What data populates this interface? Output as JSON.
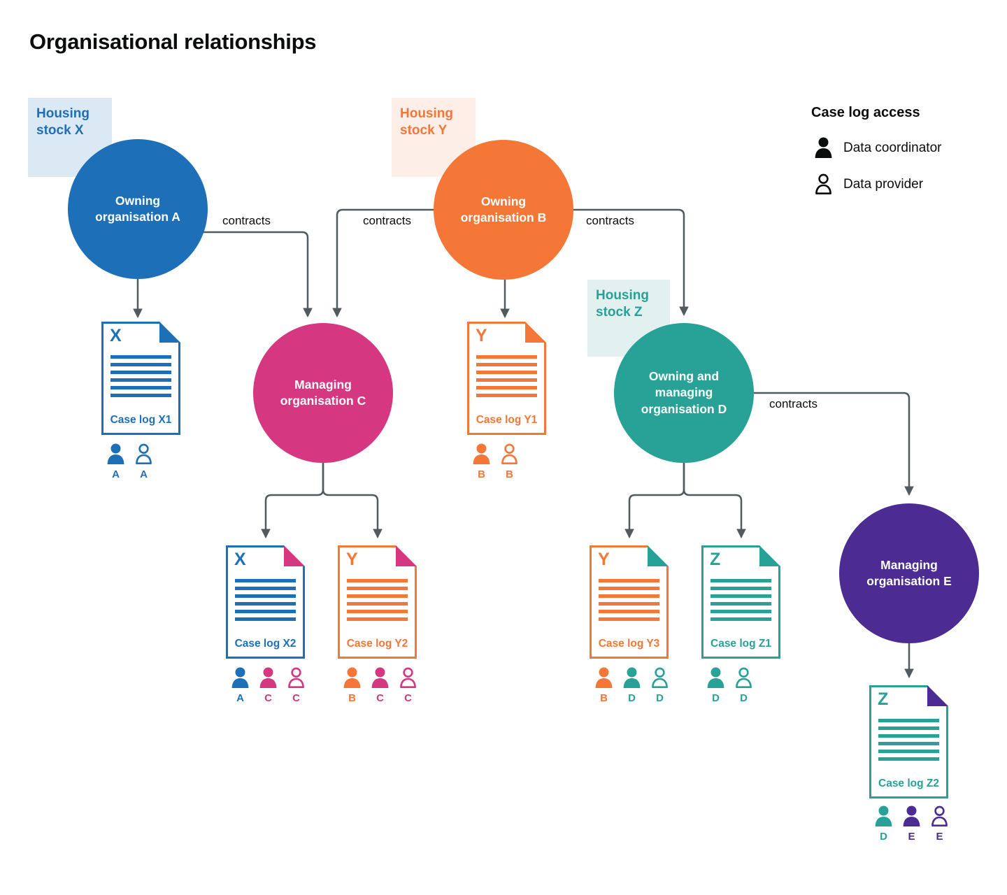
{
  "title": "Organisational relationships",
  "legend": {
    "title": "Case log access",
    "items": [
      {
        "icon": "person-filled-icon",
        "label": "Data coordinator"
      },
      {
        "icon": "person-outline-icon",
        "label": "Data provider"
      }
    ]
  },
  "colors": {
    "blue": "#1d70b8",
    "orange": "#f47738",
    "pink": "#d53880",
    "teal": "#28a197",
    "purple": "#4c2c92",
    "connector_grey": "#505a5f",
    "text_black": "#0b0c0c",
    "housing_stock_x_bg": "#dbe9f5",
    "housing_stock_y_bg": "#fdefe7",
    "housing_stock_z_bg": "#e2f1ef"
  },
  "housing_stocks": [
    {
      "id": "X",
      "label": "Housing stock X",
      "color": "blue"
    },
    {
      "id": "Y",
      "label": "Housing stock Y",
      "color": "orange"
    },
    {
      "id": "Z",
      "label": "Housing stock Z",
      "color": "teal"
    }
  ],
  "organisations": [
    {
      "id": "A",
      "label": "Owning organisation A",
      "color": "blue"
    },
    {
      "id": "B",
      "label": "Owning organisation B",
      "color": "orange"
    },
    {
      "id": "C",
      "label": "Managing organisation C",
      "color": "pink"
    },
    {
      "id": "D",
      "label": "Owning and managing organisation D",
      "color": "teal"
    },
    {
      "id": "E",
      "label": "Managing organisation E",
      "color": "purple"
    }
  ],
  "connections": [
    {
      "from": "A",
      "to": "case-log-X1"
    },
    {
      "from": "B",
      "to": "case-log-Y1"
    },
    {
      "from": "A",
      "to": "C",
      "label": "contracts"
    },
    {
      "from": "B",
      "to": "C",
      "label": "contracts"
    },
    {
      "from": "B",
      "to": "D",
      "label": "contracts"
    },
    {
      "from": "D",
      "to": "E",
      "label": "contracts"
    },
    {
      "from": "C",
      "to": "case-log-X2"
    },
    {
      "from": "C",
      "to": "case-log-Y2"
    },
    {
      "from": "D",
      "to": "case-log-Y3"
    },
    {
      "from": "D",
      "to": "case-log-Z1"
    },
    {
      "from": "E",
      "to": "case-log-Z2"
    }
  ],
  "case_logs": [
    {
      "stock": "X",
      "label": "Case log X1",
      "access": [
        {
          "org": "A",
          "role": "Data coordinator"
        },
        {
          "org": "A",
          "role": "Data provider"
        }
      ]
    },
    {
      "stock": "Y",
      "label": "Case log Y1",
      "access": [
        {
          "org": "B",
          "role": "Data coordinator"
        },
        {
          "org": "B",
          "role": "Data provider"
        }
      ]
    },
    {
      "stock": "X",
      "label": "Case log X2",
      "access": [
        {
          "org": "A",
          "role": "Data coordinator"
        },
        {
          "org": "C",
          "role": "Data coordinator"
        },
        {
          "org": "C",
          "role": "Data provider"
        }
      ]
    },
    {
      "stock": "Y",
      "label": "Case log Y2",
      "access": [
        {
          "org": "B",
          "role": "Data coordinator"
        },
        {
          "org": "C",
          "role": "Data coordinator"
        },
        {
          "org": "C",
          "role": "Data provider"
        }
      ]
    },
    {
      "stock": "Y",
      "label": "Case log Y3",
      "access": [
        {
          "org": "B",
          "role": "Data coordinator"
        },
        {
          "org": "D",
          "role": "Data coordinator"
        },
        {
          "org": "D",
          "role": "Data provider"
        }
      ]
    },
    {
      "stock": "Z",
      "label": "Case log Z1",
      "access": [
        {
          "org": "D",
          "role": "Data coordinator"
        },
        {
          "org": "D",
          "role": "Data provider"
        }
      ]
    },
    {
      "stock": "Z",
      "label": "Case log Z2",
      "access": [
        {
          "org": "D",
          "role": "Data coordinator"
        },
        {
          "org": "E",
          "role": "Data coordinator"
        },
        {
          "org": "E",
          "role": "Data provider"
        }
      ]
    }
  ]
}
